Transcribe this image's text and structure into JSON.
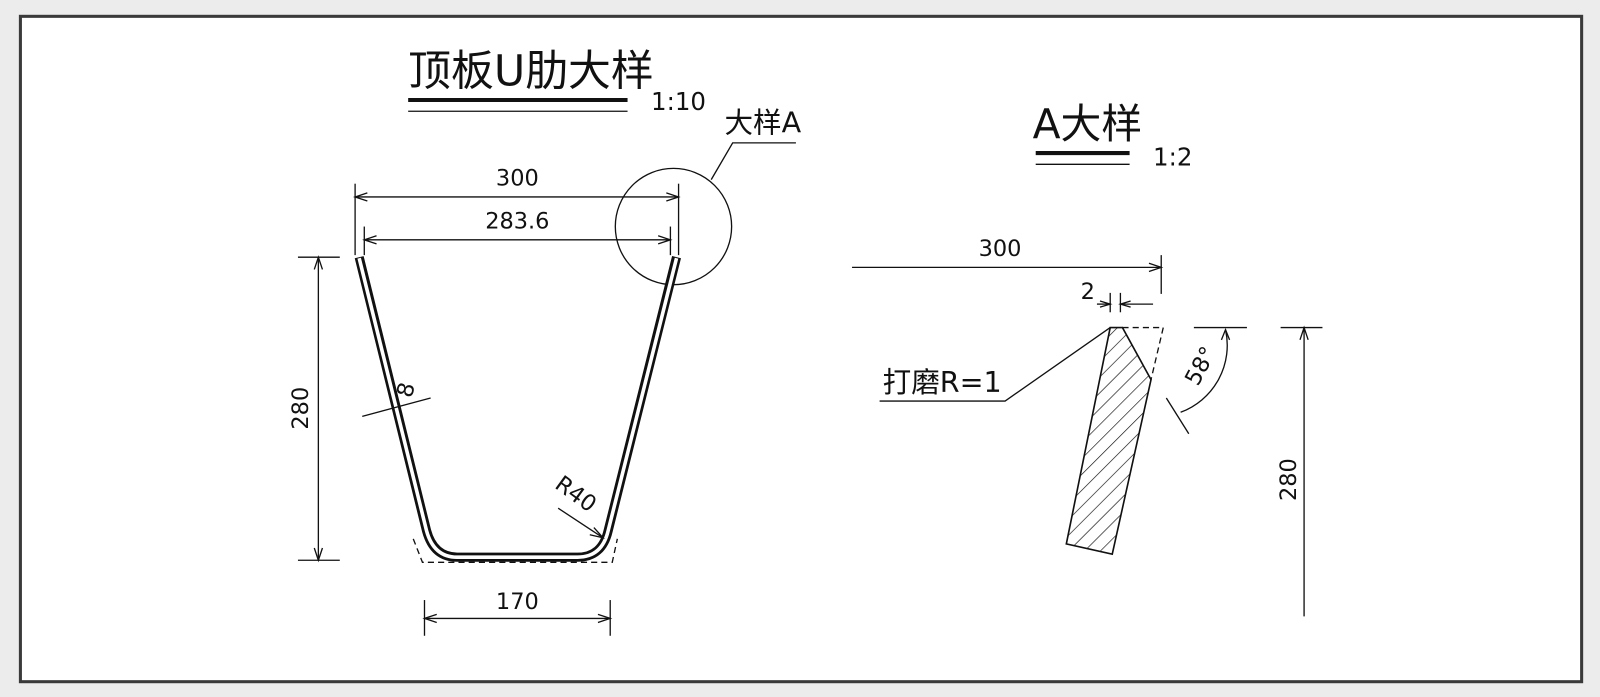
{
  "left_detail": {
    "title": "顶板U肋大样",
    "scale": "1:10",
    "callout_label": "大样A",
    "dims": {
      "top_width": "300",
      "inner_width": "283.6",
      "height": "280",
      "thickness": "8",
      "radius": "R40",
      "bottom_width": "170"
    }
  },
  "right_detail": {
    "title": "A大样",
    "scale": "1:2",
    "dims": {
      "width": "300",
      "gap": "2",
      "grind_note": "打磨R=1",
      "angle": "58°",
      "height": "280"
    }
  }
}
